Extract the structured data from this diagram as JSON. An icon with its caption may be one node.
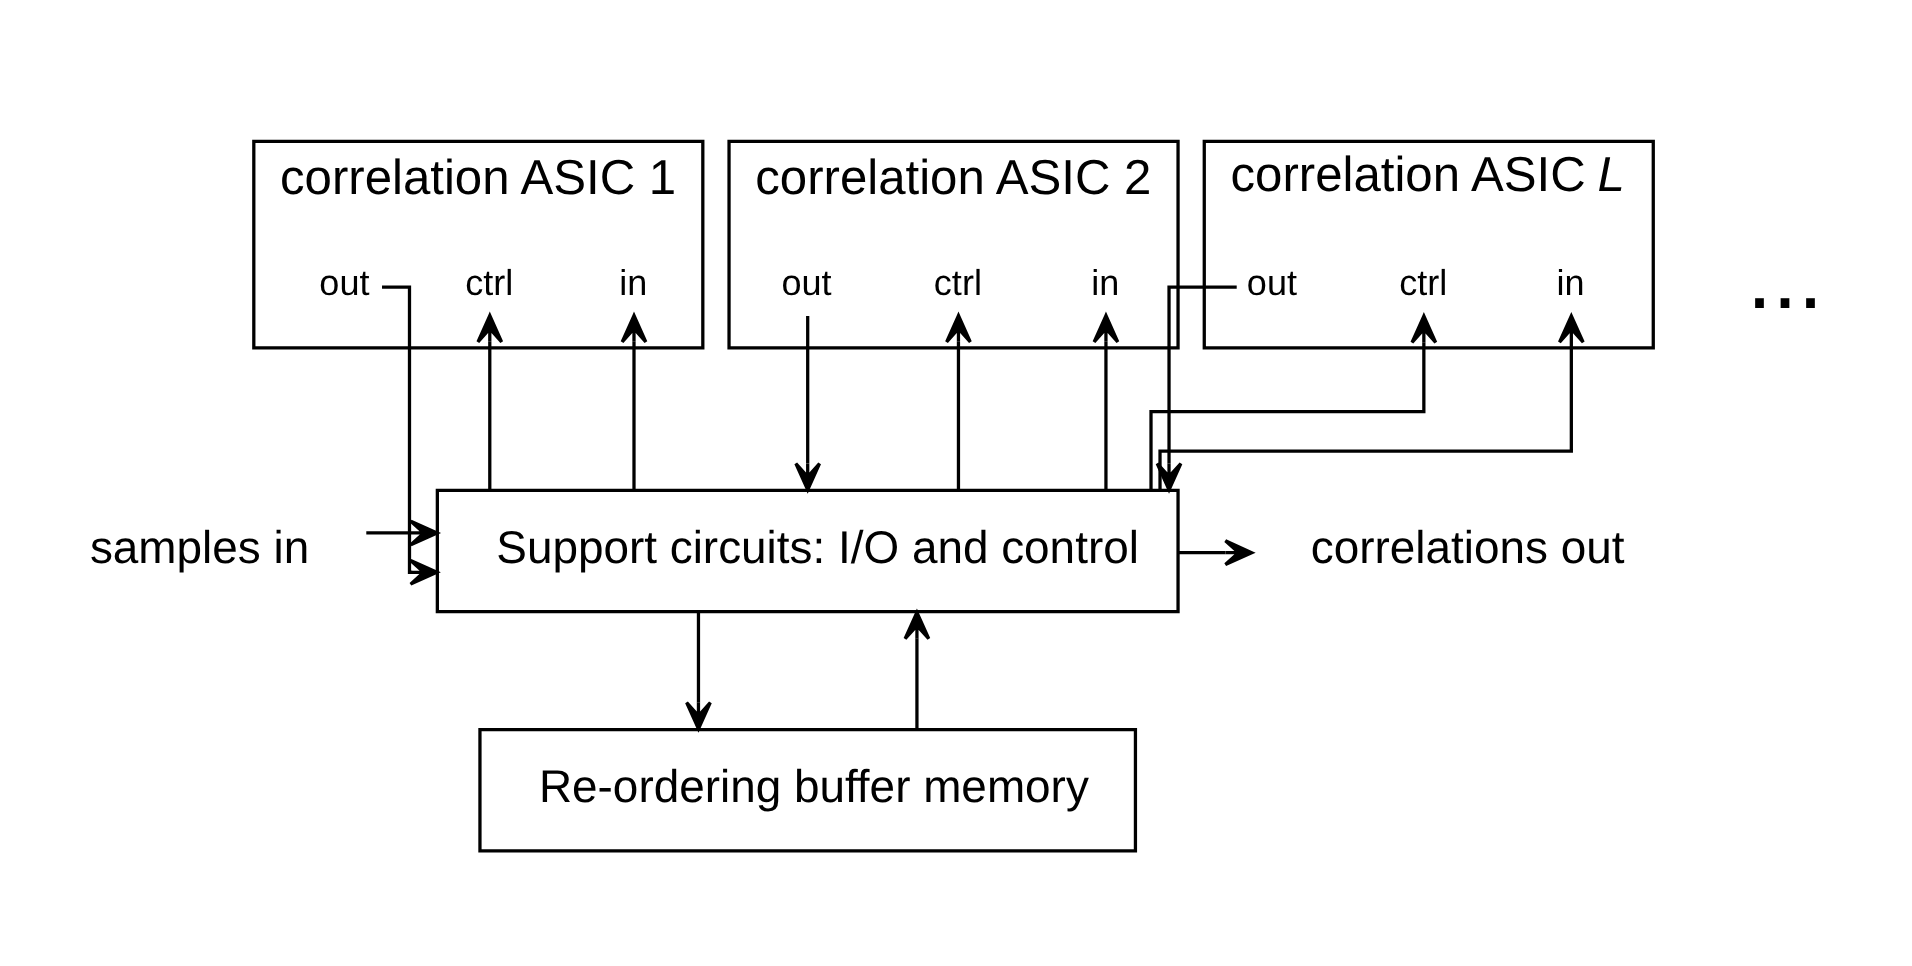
{
  "diagram": {
    "nodes": [
      {
        "text": [
          "correlation ASIC 1"
        ]
      },
      {
        "text": [
          "in"
        ],
        "in": 0
      },
      {
        "text": [
          "ctrl"
        ],
        "in": 0
      },
      {
        "text": [
          "out"
        ],
        "in": 0
      },
      {
        "text": [
          "correlation ASIC 2"
        ]
      },
      {
        "text": [
          "in"
        ],
        "in": 4
      },
      {
        "text": [
          "ctrl"
        ],
        "in": 4
      },
      {
        "text": [
          "out"
        ],
        "in": 4
      },
      {
        "text": [
          "correlation ASIC *L*"
        ]
      },
      {
        "text": [
          "in"
        ],
        "in": 8
      },
      {
        "text": [
          "ctrl"
        ],
        "in": 8
      },
      {
        "text": [
          "out"
        ],
        "in": 8
      },
      {
        "text": [
          "Support circuits: I/O and control"
        ]
      },
      {
        "text": [
          "samples in"
        ]
      },
      {
        "text": [
          "correlations out"
        ]
      },
      {
        "text": [
          "Re-ordering buffer memory"
        ]
      }
    ],
    "edges": [
      {
        "from": 12,
        "to": 1,
        "arrow": "to"
      },
      {
        "from": 12,
        "to": 2,
        "arrow": "to"
      },
      {
        "from": 3,
        "to": 12,
        "arrow": "to"
      },
      {
        "from": 12,
        "to": 5,
        "arrow": "to"
      },
      {
        "from": 12,
        "to": 6,
        "arrow": "to"
      },
      {
        "from": 7,
        "to": 12,
        "arrow": "to"
      },
      {
        "from": 12,
        "to": 9,
        "arrow": "to"
      },
      {
        "from": 12,
        "to": 10,
        "arrow": "to"
      },
      {
        "from": 11,
        "to": 12,
        "arrow": "to"
      },
      {
        "from": 13,
        "to": 12,
        "arrow": "to"
      },
      {
        "from": 12,
        "to": 14,
        "arrow": "to"
      },
      {
        "from": 12,
        "to": 15,
        "arrow": "to"
      },
      {
        "from": 15,
        "to": 12,
        "arrow": "to"
      }
    ],
    "labels": [
      "..."
    ]
  }
}
